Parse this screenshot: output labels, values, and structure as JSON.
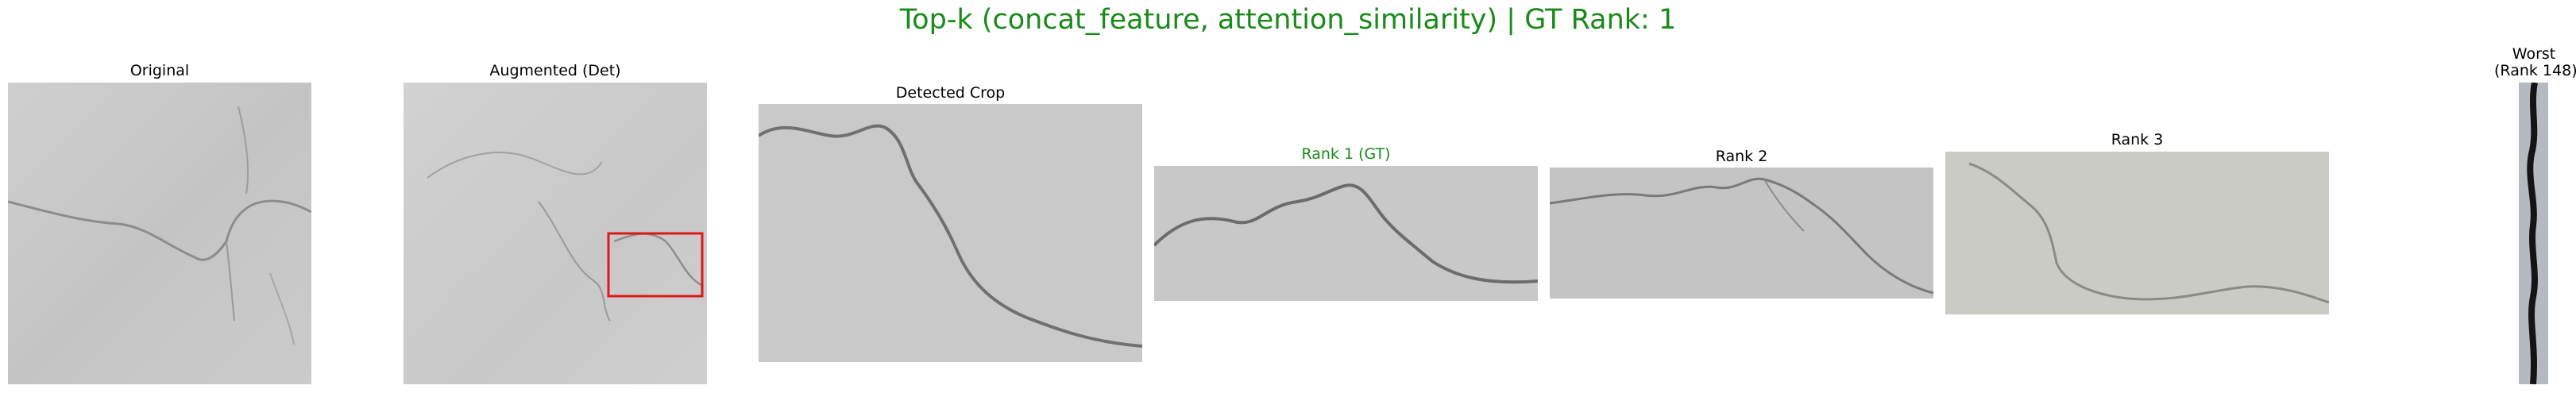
{
  "figure": {
    "title": "Top-k (concat_feature, attention_similarity) | GT Rank: 1",
    "title_color": "#1a8a1a",
    "gt_color": "#1a8a1a",
    "box_color": "#e01818"
  },
  "panels": {
    "original": {
      "caption": "Original"
    },
    "augmented": {
      "caption": "Augmented (Det)"
    },
    "detected": {
      "caption": "Detected Crop"
    },
    "rank1": {
      "caption": "Rank 1 (GT)"
    },
    "rank2": {
      "caption": "Rank 2"
    },
    "rank3": {
      "caption": "Rank 3"
    },
    "worst": {
      "caption_line1": "Worst",
      "caption_line2": "(Rank 148)"
    }
  }
}
